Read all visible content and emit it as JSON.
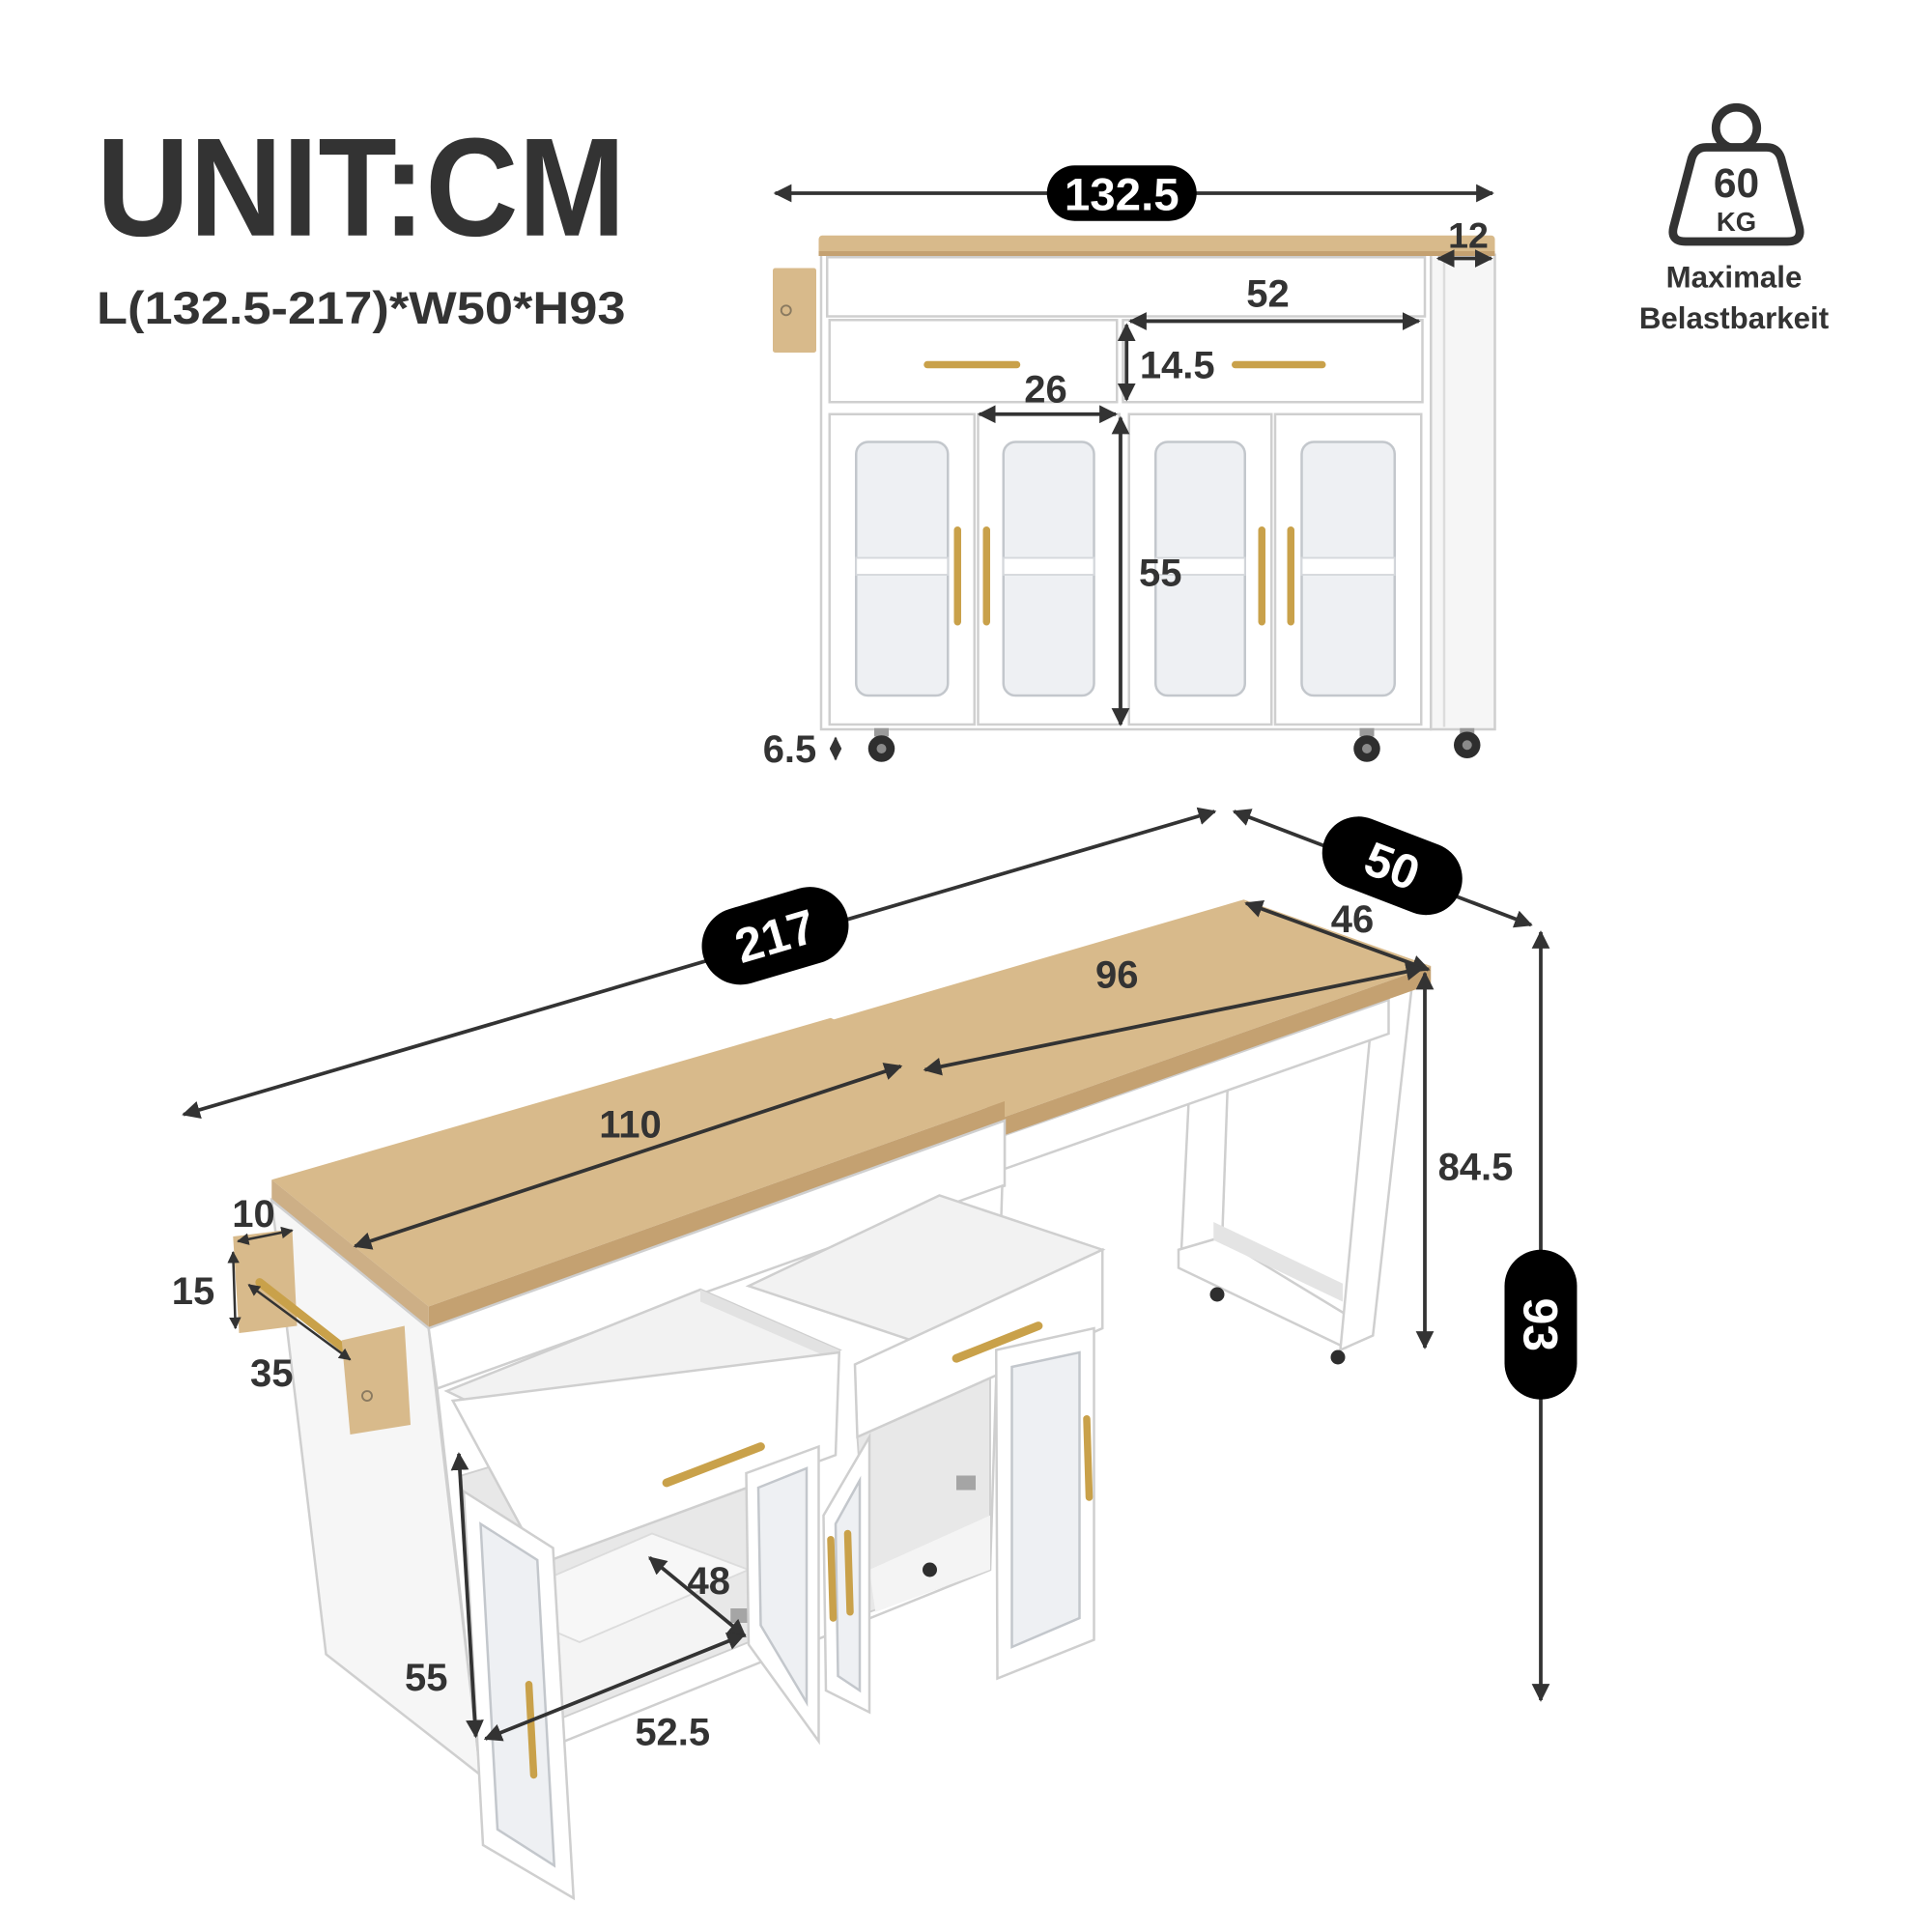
{
  "header": {
    "unit_label": "UNIT:CM",
    "overall_dimensions": "L(132.5-217)*W50*H93"
  },
  "load_capacity": {
    "icon": "kettlebell-weight-icon",
    "value": "60",
    "unit": "KG",
    "label_line1": "Maximale",
    "label_line2": "Belastbarkeit"
  },
  "front_view": {
    "total_width": "132.5",
    "side_panel_width": "12",
    "drawer_width": "52",
    "drawer_height": "14.5",
    "door_width": "26",
    "cabinet_height": "55",
    "caster_height": "6.5"
  },
  "extended_view": {
    "total_length": "217",
    "total_depth": "50",
    "extension_depth": "46",
    "extension_length": "96",
    "main_top_length": "110",
    "extension_height": "84.5",
    "total_height": "93",
    "rack_width": "10",
    "rack_height": "15",
    "rack_length": "35",
    "interior_depth": "48",
    "interior_height": "55",
    "interior_width": "52.5"
  },
  "colors": {
    "text": "#333333",
    "pill": "#000000",
    "pill_text": "#ffffff",
    "wood": "#d8ba8b",
    "wood_edge": "#c4a171",
    "gold": "#c9a14a",
    "panel": "#ffffff",
    "outline": "#cfcfcf",
    "glass": "#eef0f3",
    "cavity": "#e8e8e8"
  }
}
